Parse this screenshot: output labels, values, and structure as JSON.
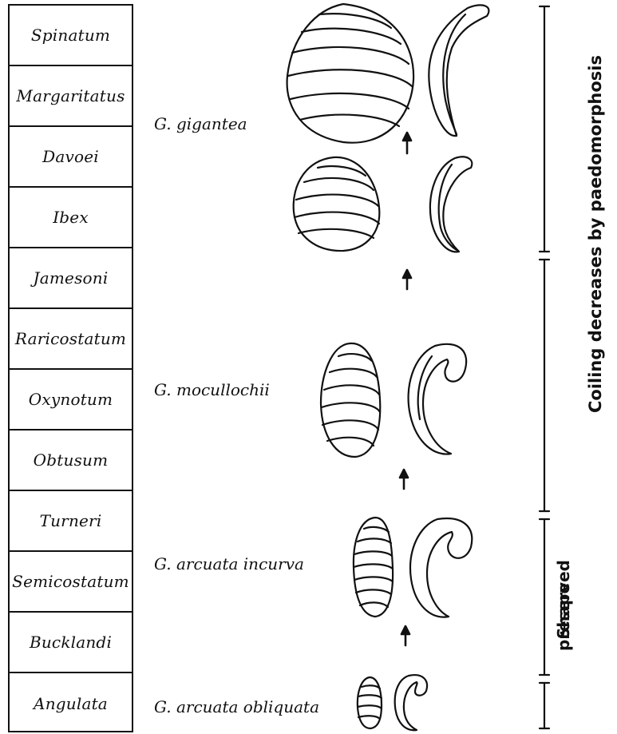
{
  "zones": [
    "Spinatum",
    "Margaritatus",
    "Davoei",
    "Ibex",
    "Jamesoni",
    "Raricostatum",
    "Oxynotum",
    "Obtusum",
    "Turneri",
    "Semicostatum",
    "Bucklandi",
    "Angulata"
  ],
  "species": {
    "gigantea": "G. gigantea",
    "mcullochii": "G. mocullochii",
    "incurva": "G. arcuata incurva",
    "obliquata": "G. arcuata obliquata"
  },
  "brackets": {
    "coiling": "Coiling decreases by paedomorphosis",
    "shape_line1": "Shape",
    "shape_line2": "preserved"
  }
}
